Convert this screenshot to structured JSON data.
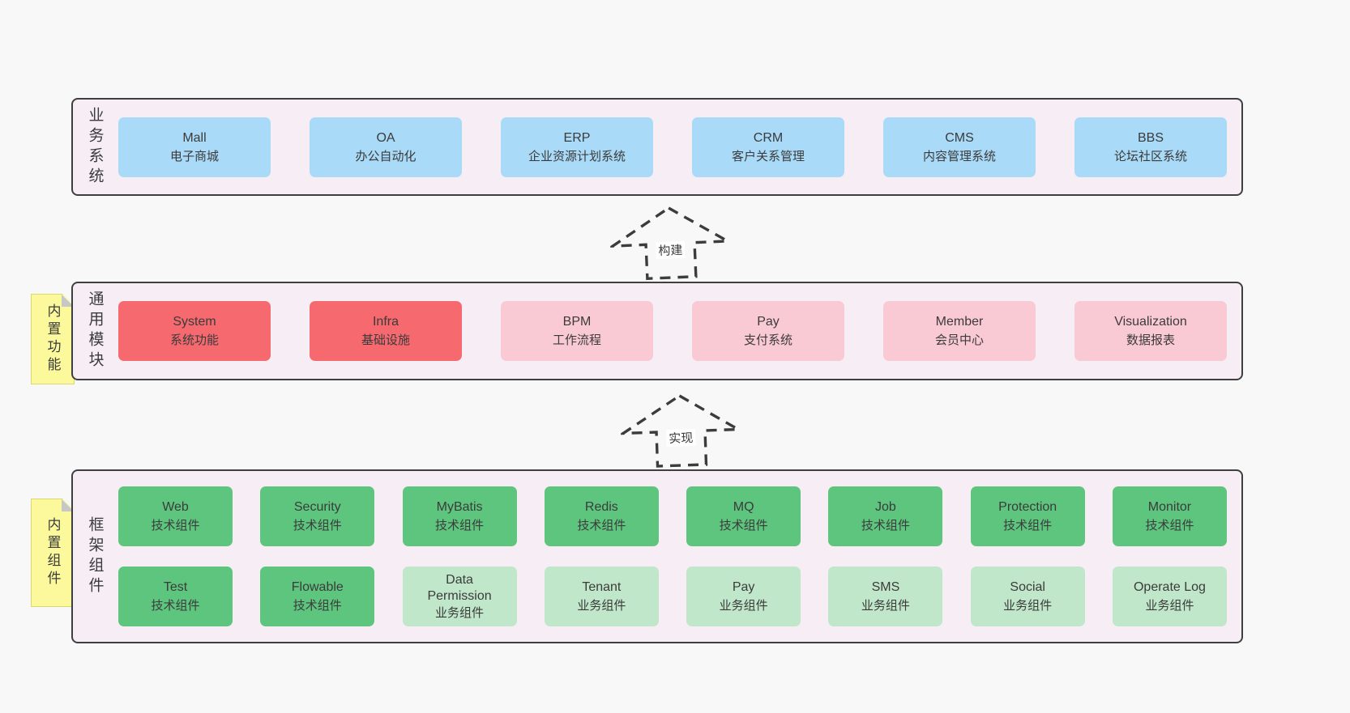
{
  "colors": {
    "page_bg": "#f8f8f8",
    "container_bg": "#f7edf5",
    "border": "#3f3f3f",
    "text": "#3b3b3b",
    "blue": "#a9daf7",
    "red": "#f5696f",
    "pink": "#facad4",
    "green_dark": "#5ec57e",
    "green_light": "#c0e7ca",
    "sticky_bg": "#fbf99c",
    "sticky_border": "#d9d96e",
    "fold": "#c7c7c7",
    "label_bg": "#ffffff",
    "arrow_stroke": "#3c3c3c"
  },
  "layers": [
    {
      "label": "业务系统",
      "boxes": [
        {
          "en": "Mall",
          "zh": "电子商城",
          "variant": "blue"
        },
        {
          "en": "OA",
          "zh": "办公自动化",
          "variant": "blue"
        },
        {
          "en": "ERP",
          "zh": "企业资源计划系统",
          "variant": "blue"
        },
        {
          "en": "CRM",
          "zh": "客户关系管理",
          "variant": "blue"
        },
        {
          "en": "CMS",
          "zh": "内容管理系统",
          "variant": "blue"
        },
        {
          "en": "BBS",
          "zh": "论坛社区系统",
          "variant": "blue"
        }
      ]
    },
    {
      "label": "通用模块",
      "sticky": "内置功能",
      "boxes": [
        {
          "en": "System",
          "zh": "系统功能",
          "variant": "red"
        },
        {
          "en": "Infra",
          "zh": "基础设施",
          "variant": "red"
        },
        {
          "en": "BPM",
          "zh": "工作流程",
          "variant": "pink"
        },
        {
          "en": "Pay",
          "zh": "支付系统",
          "variant": "pink"
        },
        {
          "en": "Member",
          "zh": "会员中心",
          "variant": "pink"
        },
        {
          "en": "Visualization",
          "zh": "数据报表",
          "variant": "pink"
        }
      ]
    },
    {
      "label": "框架组件",
      "sticky": "内置组件",
      "rows": [
        [
          {
            "en": "Web",
            "zh": "技术组件",
            "variant": "green-dark"
          },
          {
            "en": "Security",
            "zh": "技术组件",
            "variant": "green-dark"
          },
          {
            "en": "MyBatis",
            "zh": "技术组件",
            "variant": "green-dark"
          },
          {
            "en": "Redis",
            "zh": "技术组件",
            "variant": "green-dark"
          },
          {
            "en": "MQ",
            "zh": "技术组件",
            "variant": "green-dark"
          },
          {
            "en": "Job",
            "zh": "技术组件",
            "variant": "green-dark"
          },
          {
            "en": "Protection",
            "zh": "技术组件",
            "variant": "green-dark"
          },
          {
            "en": "Monitor",
            "zh": "技术组件",
            "variant": "green-dark"
          }
        ],
        [
          {
            "en": "Test",
            "zh": "技术组件",
            "variant": "green-dark"
          },
          {
            "en": "Flowable",
            "zh": "技术组件",
            "variant": "green-dark"
          },
          {
            "en": "Data Permission",
            "zh": "业务组件",
            "variant": "green-light"
          },
          {
            "en": "Tenant",
            "zh": "业务组件",
            "variant": "green-light"
          },
          {
            "en": "Pay",
            "zh": "业务组件",
            "variant": "green-light"
          },
          {
            "en": "SMS",
            "zh": "业务组件",
            "variant": "green-light"
          },
          {
            "en": "Social",
            "zh": "业务组件",
            "variant": "green-light"
          },
          {
            "en": "Operate Log",
            "zh": "业务组件",
            "variant": "green-light"
          }
        ]
      ]
    }
  ],
  "arrows": [
    {
      "label": "构建"
    },
    {
      "label": "实现"
    }
  ]
}
